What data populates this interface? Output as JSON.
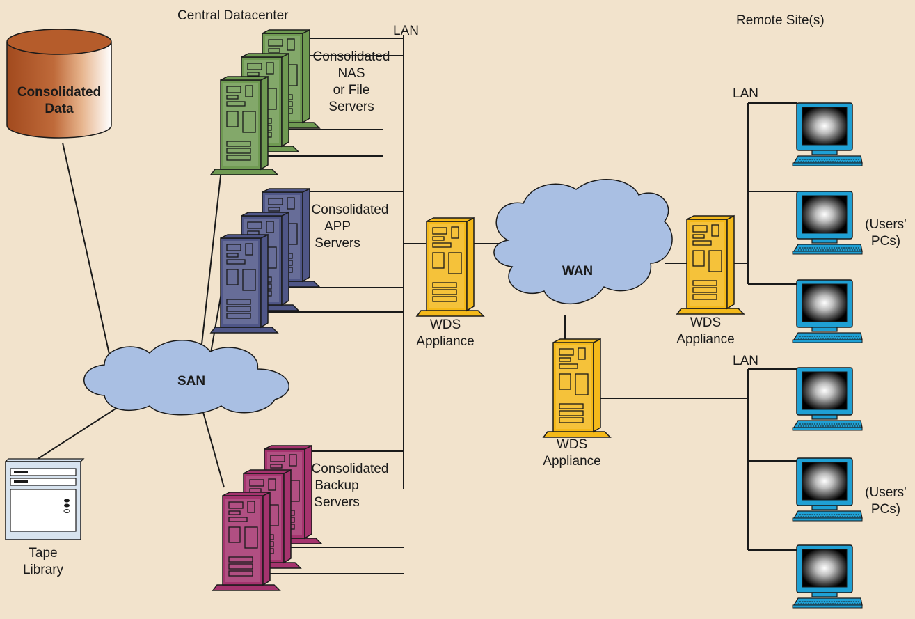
{
  "headings": {
    "central": "Central Datacenter",
    "remote": "Remote Site(s)"
  },
  "networks": {
    "lan_datacenter": "LAN",
    "lan_remote_top": "LAN",
    "lan_remote_bottom": "LAN",
    "wan": "WAN",
    "san": "SAN"
  },
  "storage": {
    "line1": "Consolidated",
    "line2": "Data"
  },
  "tape_library": {
    "line1": "Tape",
    "line2": "Library"
  },
  "server_groups": {
    "nas": [
      "Consolidated",
      "NAS",
      "or File",
      "Servers"
    ],
    "app": [
      "Consolidated",
      "APP",
      "Servers"
    ],
    "backup": [
      "Consolidated",
      "Backup",
      "Servers"
    ]
  },
  "appliances": {
    "central": [
      "WDS",
      "Appliance"
    ],
    "remote_top": [
      "WDS",
      "Appliance"
    ],
    "remote_bottom": [
      "WDS",
      "Appliance"
    ]
  },
  "users": {
    "top": [
      "(Users'",
      "PCs)"
    ],
    "bottom": [
      "(Users'",
      "PCs)"
    ]
  },
  "colors": {
    "background": "#f2e3cc",
    "cylinder": "#b55c2b",
    "nas_servers": "#6f9a52",
    "app_servers": "#4f5687",
    "backup_servers": "#a5336e",
    "appliance": "#f4b91a",
    "pc": "#1fa0d4",
    "cloud": "#a9bfe3"
  },
  "icons": {
    "storage": "database-cylinder-icon",
    "server": "tower-server-icon",
    "appliance": "wds-appliance-icon",
    "pc": "desktop-pc-icon",
    "cloud": "network-cloud-icon",
    "tape": "tape-library-icon"
  }
}
